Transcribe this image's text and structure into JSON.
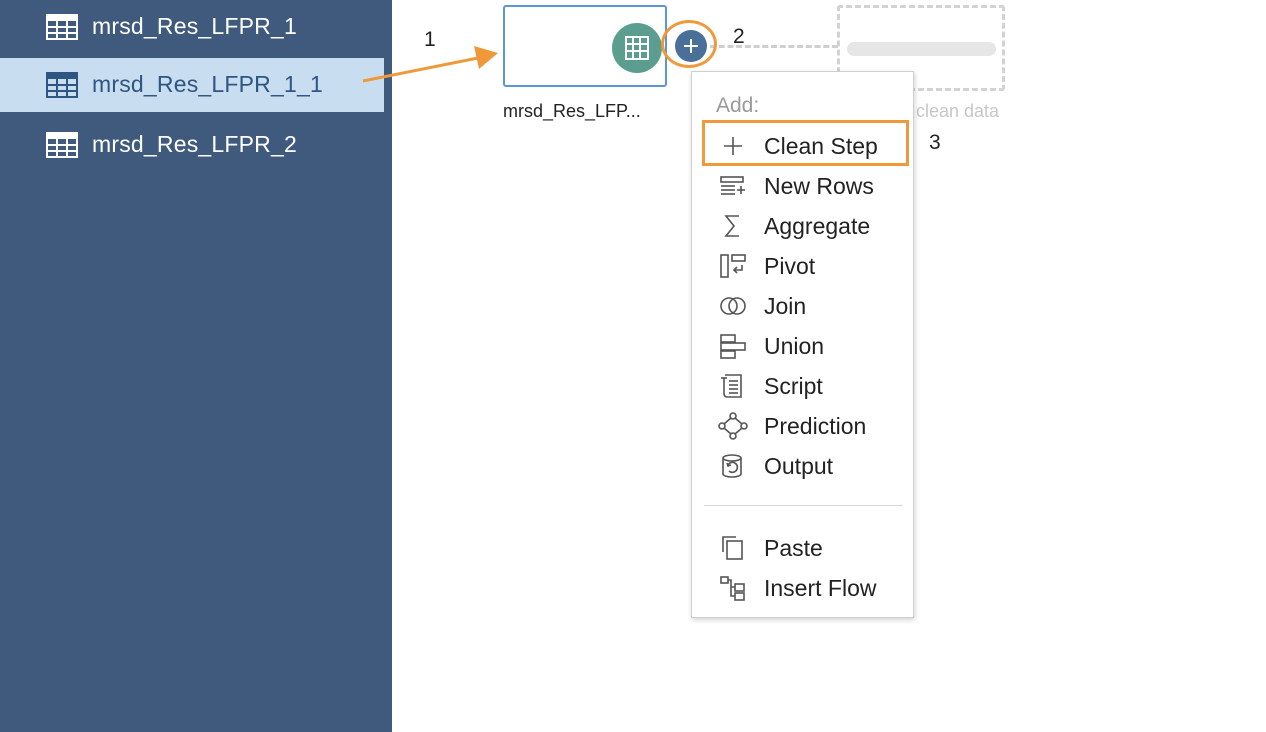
{
  "sidebar": {
    "items": [
      {
        "label": "mrsd_Res_LFPR_1",
        "icon": "table-icon",
        "selected": false
      },
      {
        "label": "mrsd_Res_LFPR_1_1",
        "icon": "table-icon",
        "selected": true
      },
      {
        "label": "mrsd_Res_LFPR_2",
        "icon": "table-icon",
        "selected": false
      }
    ]
  },
  "canvas": {
    "callouts": [
      "1",
      "2",
      "3"
    ],
    "input_node": {
      "label": "mrsd_Res_LFP...",
      "icon": "table-icon"
    },
    "add_button": {
      "icon": "plus-icon"
    },
    "ghost_node": {
      "label": "clean data"
    }
  },
  "menu": {
    "header": "Add:",
    "items": [
      {
        "label": "Clean Step",
        "icon": "plus-icon"
      },
      {
        "label": "New Rows",
        "icon": "new-rows-icon"
      },
      {
        "label": "Aggregate",
        "icon": "sigma-icon"
      },
      {
        "label": "Pivot",
        "icon": "pivot-icon"
      },
      {
        "label": "Join",
        "icon": "join-icon"
      },
      {
        "label": "Union",
        "icon": "union-icon"
      },
      {
        "label": "Script",
        "icon": "script-icon"
      },
      {
        "label": "Prediction",
        "icon": "prediction-icon"
      },
      {
        "label": "Output",
        "icon": "output-icon"
      }
    ],
    "secondary": [
      {
        "label": "Paste",
        "icon": "paste-icon"
      },
      {
        "label": "Insert Flow",
        "icon": "insert-flow-icon"
      }
    ]
  },
  "colors": {
    "sidebar_bg": "#3f5a7c",
    "selected_bg": "#c9ddf0",
    "accent_orange": "#f0993a",
    "node_border": "#5b97d8",
    "node_badge": "#5b9e8f"
  }
}
